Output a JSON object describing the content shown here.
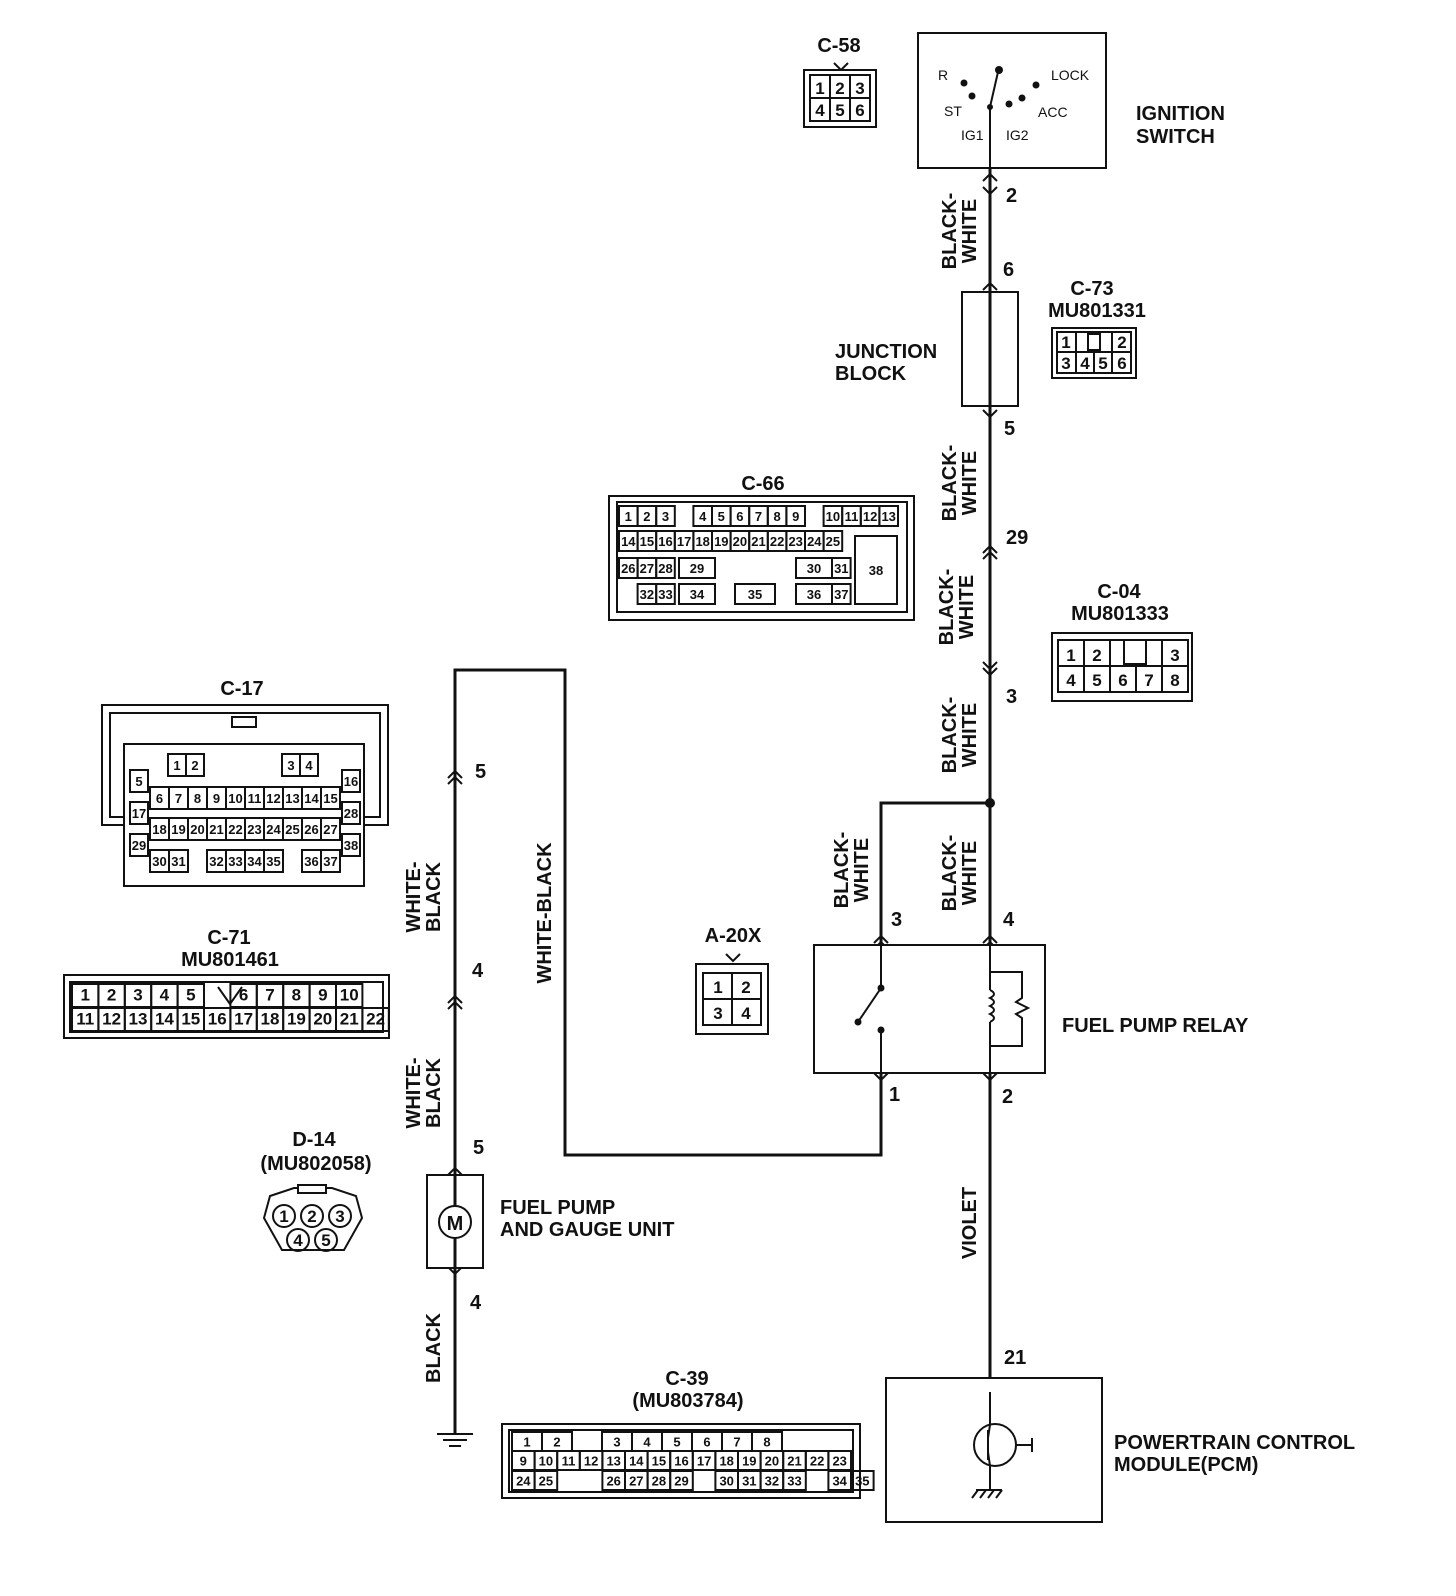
{
  "components": {
    "ignition_switch": {
      "name_l1": "IGNITION",
      "name_l2": "SWITCH",
      "pos_r": "R",
      "pos_st": "ST",
      "pos_ig1": "IG1",
      "pos_ig2": "IG2",
      "pos_acc": "ACC",
      "pos_lock": "LOCK"
    },
    "junction_block": {
      "name_l1": "JUNCTION",
      "name_l2": "BLOCK"
    },
    "fuel_pump_relay": {
      "name": "FUEL PUMP RELAY"
    },
    "fuel_pump_gauge": {
      "name_l1": "FUEL PUMP",
      "name_l2": "AND GAUGE UNIT",
      "motor": "M"
    },
    "pcm": {
      "name_l1": "POWERTRAIN CONTROL",
      "name_l2": "MODULE(PCM)"
    }
  },
  "pins": {
    "sw_2": "2",
    "jb_6": "6",
    "jb_5": "5",
    "p29": "29",
    "p3": "3",
    "relay_3": "3",
    "relay_4": "4",
    "relay_1": "1",
    "relay_2": "2",
    "pcm_21": "21",
    "fp_5_top": "5",
    "fp_4_mid": "4",
    "fp_5": "5",
    "fp_4": "4"
  },
  "wires": {
    "bw1_l1": "BLACK-",
    "bw1_l2": "WHITE",
    "bw2_l1": "BLACK-",
    "bw2_l2": "WHITE",
    "bw3_l1": "BLACK-",
    "bw3_l2": "WHITE",
    "bw4_l1": "BLACK-",
    "bw4_l2": "WHITE",
    "bw5_l1": "BLACK-",
    "bw5_l2": "WHITE",
    "bw6_l1": "BLACK-",
    "bw6_l2": "WHITE",
    "wb1_l1": "WHITE-",
    "wb1_l2": "BLACK",
    "wb2_l1": "WHITE-",
    "wb2_l2": "BLACK",
    "wb_long": "WHITE-BLACK",
    "violet": "VIOLET",
    "black": "BLACK"
  },
  "connectors": {
    "c58": {
      "id": "C-58",
      "r1": [
        "1",
        "2",
        "3"
      ],
      "r2": [
        "4",
        "5",
        "6"
      ]
    },
    "c73": {
      "id": "C-73",
      "part": "MU801331",
      "r1": [
        "1",
        "",
        "2"
      ],
      "r2": [
        "3",
        "4",
        "5",
        "6"
      ]
    },
    "c66": {
      "id": "C-66",
      "r1": [
        "1",
        "2",
        "3",
        "4",
        "5",
        "6",
        "7",
        "8",
        "9",
        "10",
        "11",
        "12",
        "13"
      ],
      "r2": [
        "14",
        "15",
        "16",
        "17",
        "18",
        "19",
        "20",
        "21",
        "22",
        "23",
        "24",
        "25"
      ],
      "r3": [
        "26",
        "27",
        "28",
        "29",
        "30",
        "31",
        "38"
      ],
      "r4": [
        "32",
        "33",
        "34",
        "35",
        "36",
        "37"
      ]
    },
    "c04": {
      "id": "C-04",
      "part": "MU801333",
      "r1": [
        "1",
        "2",
        "",
        "3"
      ],
      "r2": [
        "4",
        "5",
        "6",
        "7",
        "8"
      ]
    },
    "c17": {
      "id": "C-17",
      "r1": [
        "1",
        "2",
        "3",
        "4"
      ],
      "side": [
        "5",
        "16",
        "17",
        "28",
        "29",
        "38"
      ],
      "r2": [
        "6",
        "7",
        "8",
        "9",
        "10",
        "11",
        "12",
        "13",
        "14",
        "15"
      ],
      "r3": [
        "18",
        "19",
        "20",
        "21",
        "22",
        "23",
        "24",
        "25",
        "26",
        "27"
      ],
      "r4": [
        "30",
        "31",
        "32",
        "33",
        "34",
        "35",
        "36",
        "37"
      ]
    },
    "c71": {
      "id": "C-71",
      "part": "MU801461",
      "r1": [
        "1",
        "2",
        "3",
        "4",
        "5",
        "6",
        "7",
        "8",
        "9",
        "10"
      ],
      "r2": [
        "11",
        "12",
        "13",
        "14",
        "15",
        "16",
        "17",
        "18",
        "19",
        "20",
        "21",
        "22"
      ]
    },
    "a20x": {
      "id": "A-20X",
      "r1": [
        "1",
        "2"
      ],
      "r2": [
        "3",
        "4"
      ]
    },
    "d14": {
      "id": "D-14",
      "part": "(MU802058)",
      "r1": [
        "1",
        "2",
        "3"
      ],
      "r2": [
        "4",
        "5"
      ]
    },
    "c39": {
      "id": "C-39",
      "part": "(MU803784)",
      "r1": [
        "1",
        "2",
        "3",
        "4",
        "5",
        "6",
        "7",
        "8"
      ],
      "r2": [
        "9",
        "10",
        "11",
        "12",
        "13",
        "14",
        "15",
        "16",
        "17",
        "18",
        "19",
        "20",
        "21",
        "22",
        "23"
      ],
      "r3": [
        "24",
        "25",
        "26",
        "27",
        "28",
        "29",
        "30",
        "31",
        "32",
        "33",
        "34",
        "35"
      ]
    }
  }
}
